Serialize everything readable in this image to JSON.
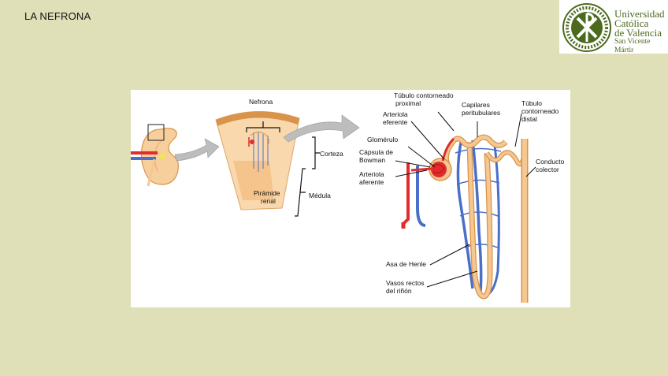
{
  "slide": {
    "title": "LA NEFRONA"
  },
  "logo": {
    "line1": "Universidad",
    "line2": "Católica",
    "line3": "de Valencia",
    "line4": "San Vicente Mártir",
    "colors": {
      "green": "#4c6a1e"
    }
  },
  "diagram": {
    "labels": {
      "nefrona": "Nefrona",
      "corteza": "Corteza",
      "medula": "Médula",
      "piramide_1": "Pirámide",
      "piramide_2": "renal",
      "tubulo_proximal_1": "Túbulo contorneado",
      "tubulo_proximal_2": "proximal",
      "arteriola_eferente_1": "Arteriola",
      "arteriola_eferente_2": "eferente",
      "capilares_1": "Capilares",
      "capilares_2": "peritubulares",
      "tubulo_distal_1": "Túbulo",
      "tubulo_distal_2": "contorneado",
      "tubulo_distal_3": "distal",
      "glomerulo": "Glomérulo",
      "capsula_1": "Cápsula de",
      "capsula_2": "Bowman",
      "arteriola_aferente_1": "Arteriola",
      "arteriola_aferente_2": "aferente",
      "conducto_1": "Conducto",
      "conducto_2": "colector",
      "asa_henle": "Asa de Henle",
      "vasos_1": "Vasos rectos",
      "vasos_2": "del riñón"
    },
    "colors": {
      "artery": "#e32b2b",
      "vein": "#4a6fc9",
      "tubule": "#f4c890",
      "tubule_edge": "#d9934a",
      "kidney": "#f6cf9c",
      "arrow": "#b5b5b5"
    }
  }
}
